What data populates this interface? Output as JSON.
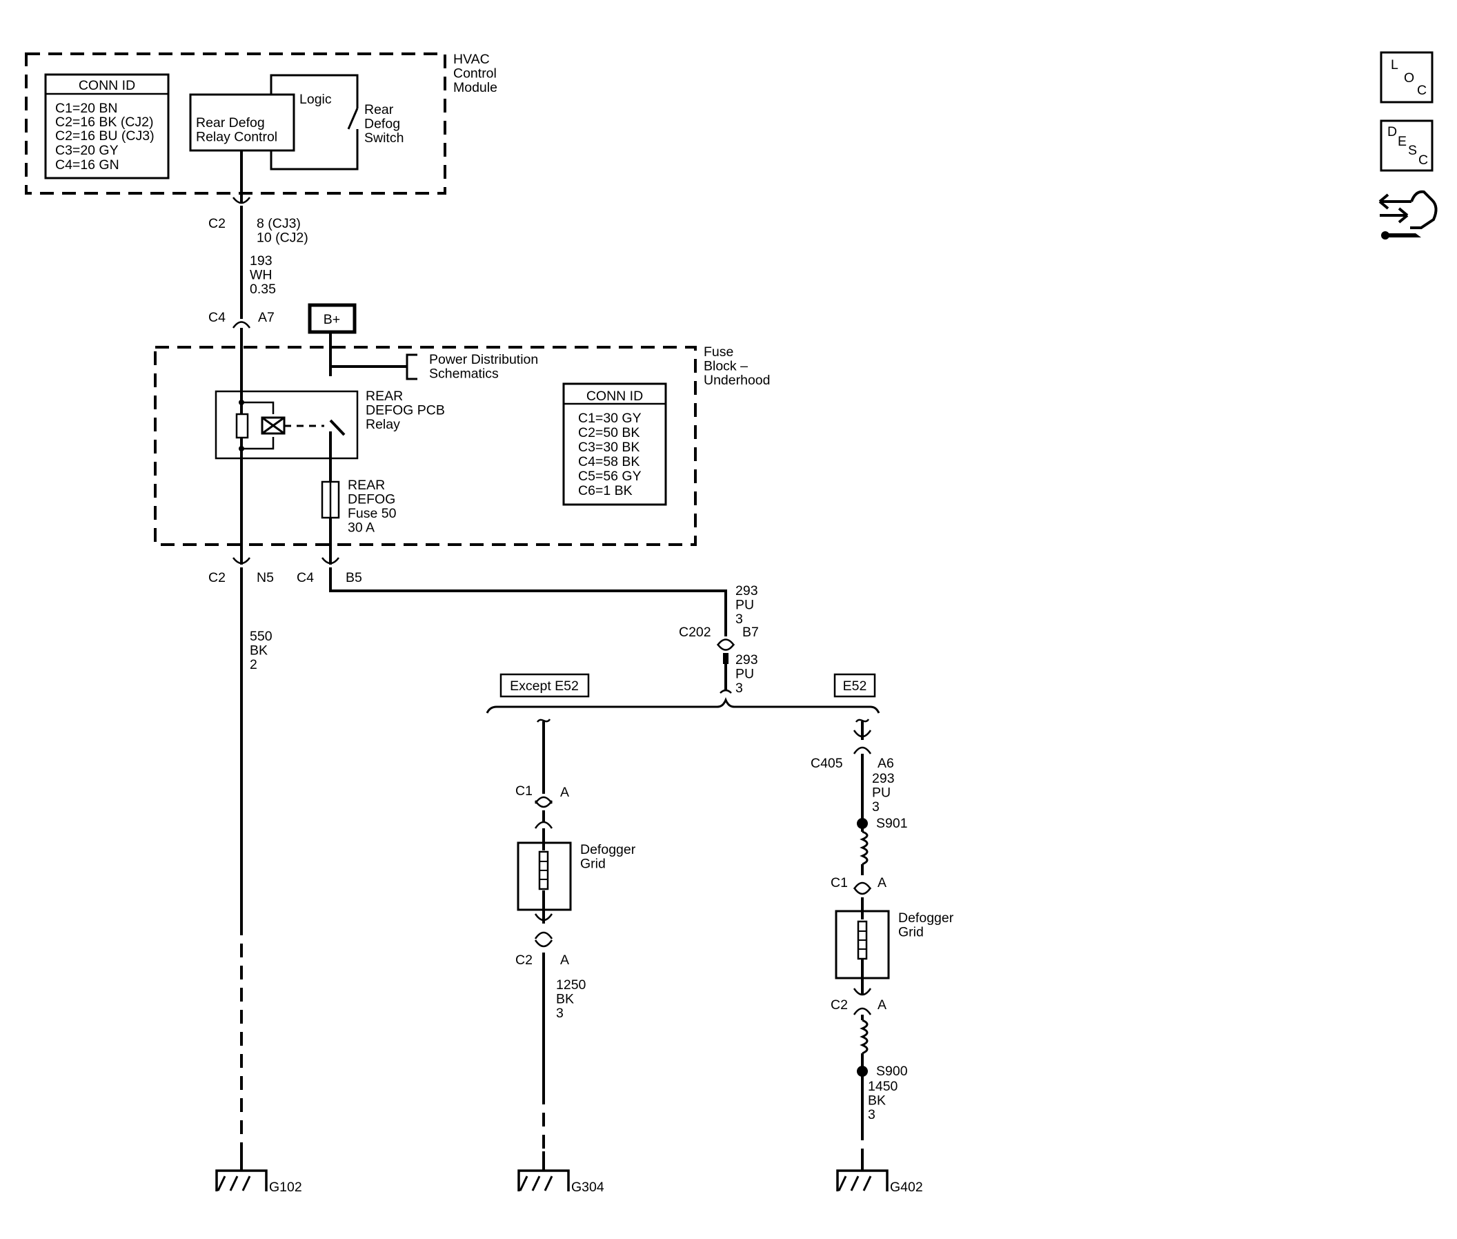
{
  "hvac": {
    "name": "HVAC\nControl\nModule",
    "conn_title": "CONN ID",
    "conn": [
      "C1=20 BN",
      "C2=16 BK (CJ2)",
      "C2=16 BU (CJ3)",
      "C3=20 GY",
      "C4=16 GN"
    ],
    "logic": "Logic",
    "relay_control": "Rear Defog\nRelay Control",
    "switch": "Rear\nDefog\nSwitch",
    "c2": "C2",
    "pin": "8 (CJ3)\n10 (CJ2)",
    "wire": "193\nWH\n0.35"
  },
  "fuse_block": {
    "name": "Fuse\nBlock –\nUnderhood",
    "c4_top": "C4",
    "pin_top": "A7",
    "bplus": "B+",
    "power_ref": "Power Distribution\nSchematics",
    "relay": "REAR\nDEFOG PCB\nRelay",
    "fuse": "REAR\nDEFOG\nFuse 50\n30 A",
    "conn_title": "CONN ID",
    "conn": [
      "C1=30 GY",
      "C2=50 BK",
      "C3=30 BK",
      "C4=58 BK",
      "C5=56 GY",
      "C6=1 BK"
    ],
    "c2_bottom": "C2",
    "pin_n5": "N5",
    "c4_bottom": "C4",
    "pin_b5": "B5"
  },
  "left_branch": {
    "wire": "550\nBK\n2",
    "ground": "G102"
  },
  "c202": {
    "wire_in": "293\nPU\n3",
    "label": "C202",
    "pin": "B7",
    "wire_out": "293\nPU\n3"
  },
  "options": {
    "except": "Except E52",
    "e52": "E52"
  },
  "except_branch": {
    "c1": "C1",
    "c1_pin": "A",
    "grid": "Defogger\nGrid",
    "c2": "C2",
    "c2_pin": "A",
    "wire": "1250\nBK\n3",
    "ground": "G304"
  },
  "e52_branch": {
    "c405": "C405",
    "c405_pin": "A6",
    "wire": "293\nPU\n3",
    "splice_top": "S901",
    "c1": "C1",
    "c1_pin": "A",
    "grid": "Defogger\nGrid",
    "c2": "C2",
    "c2_pin": "A",
    "splice_bottom": "S900",
    "wire_out": "1450\nBK\n3",
    "ground": "G402"
  },
  "side_icons": {
    "loc": [
      "L",
      "O",
      "C"
    ],
    "desc": [
      "D",
      "E",
      "S",
      "C"
    ],
    "nav": "arrows-hand-icon"
  }
}
